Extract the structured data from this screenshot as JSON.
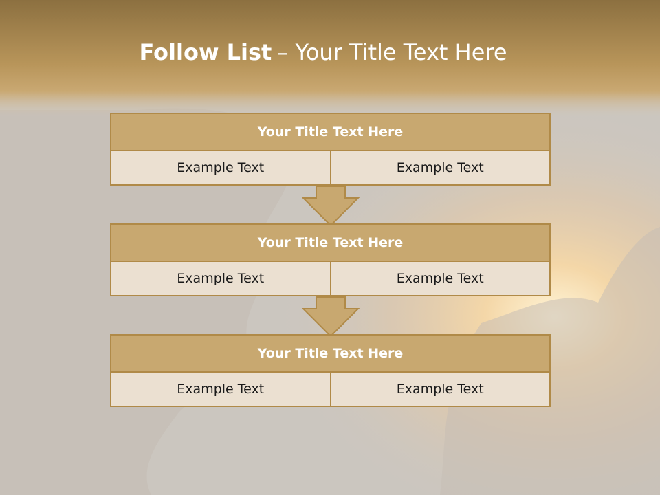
{
  "header": {
    "title_bold": "Follow List",
    "title_rest": "– Your Title Text Here"
  },
  "blocks": [
    {
      "title": "Your Title Text Here",
      "left": "Example Text",
      "right": "Example Text"
    },
    {
      "title": "Your Title Text Here",
      "left": "Example Text",
      "right": "Example Text"
    },
    {
      "title": "Your Title Text Here",
      "left": "Example Text",
      "right": "Example Text"
    }
  ],
  "colors": {
    "header_band": "#b8955a",
    "block_header": "#c8a870",
    "block_border": "#b08a48",
    "block_cell": "#ebe0d1",
    "arrow": "#c8a870"
  }
}
